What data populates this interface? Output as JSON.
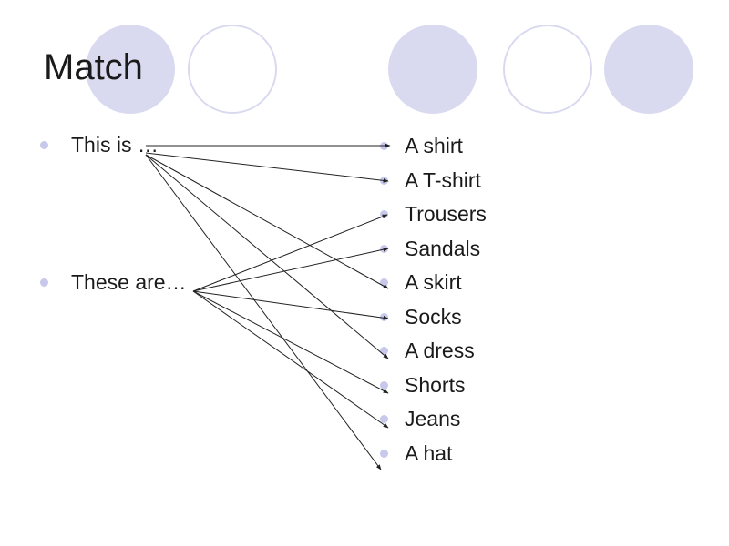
{
  "title": "Match",
  "left_items": [
    "This is …",
    "These are…"
  ],
  "right_items": [
    "A shirt",
    "A T-shirt",
    "Trousers",
    "Sandals",
    "A skirt",
    "Socks",
    "A dress",
    "Shorts",
    "Jeans",
    "A hat"
  ],
  "colors": {
    "circle": "#d9d9f0",
    "bullet": "#c8c8ec",
    "text": "#1a1a1a"
  }
}
